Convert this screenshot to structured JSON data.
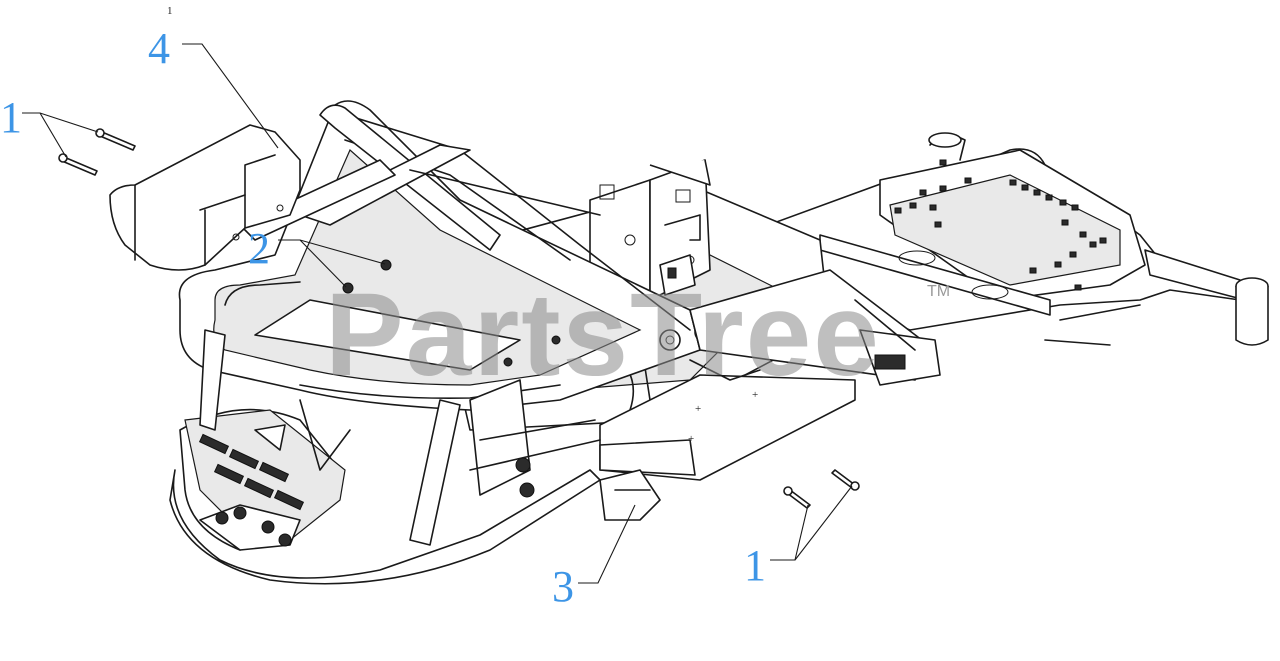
{
  "diagram": {
    "callouts": [
      {
        "id": "c1a",
        "label": "1"
      },
      {
        "id": "c4",
        "label": "4"
      },
      {
        "id": "c2",
        "label": "2"
      },
      {
        "id": "c3",
        "label": "3"
      },
      {
        "id": "c1b",
        "label": "1"
      }
    ],
    "sheet_mark": "1"
  },
  "watermark": {
    "text": "PartsTree",
    "mark": "TM"
  },
  "colors": {
    "callout": "#3d95e6",
    "line": "#1a1a1a",
    "watermark": "#8a8a8a"
  }
}
